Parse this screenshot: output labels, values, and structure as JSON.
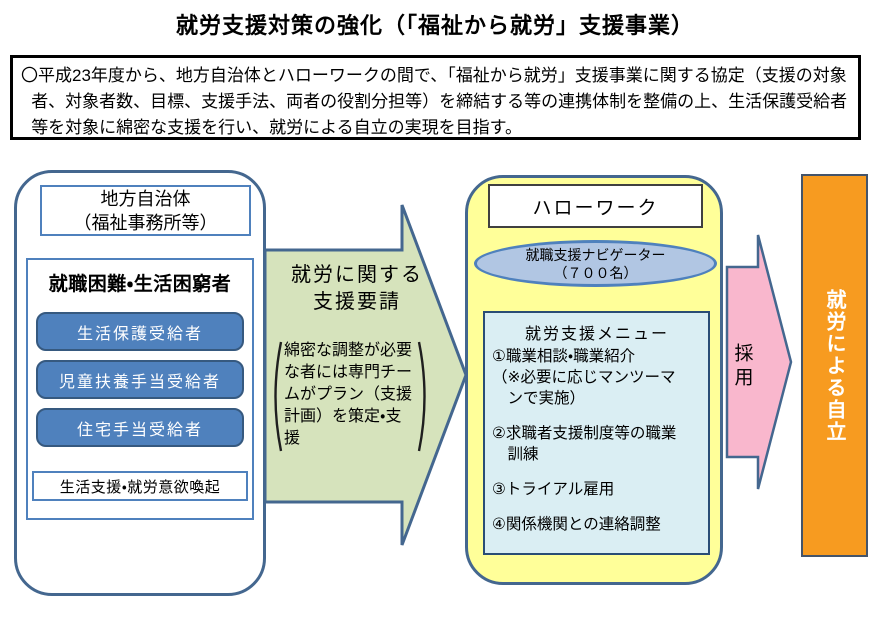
{
  "title": "就労支援対策の強化（「福祉から就労」支援事業）",
  "summary": "〇平成23年度から、地方自治体とハローワークの間で、「福祉から就労」支援事業に関する協定（支援の対象者、対象者数、目標、支援手法、両者の役割分担等）を締結する等の連携体制を整備の上、生活保護受給者等を対象に綿密な支援を行い、就労による自立の実現を目指す。",
  "municipality": {
    "header": "地方自治体\n（福祉事務所等）",
    "group_title": "就職困難・生活困窮者",
    "recipients": [
      "生活保護受給者",
      "児童扶養手当受給者",
      "住宅手当受給者"
    ],
    "footer": "生活支援・就労意欲喚起"
  },
  "request_arrow": {
    "label": "就労に関する\n支援要請",
    "note": "綿密な調整が必要\nな者には専門チー\nムがプラン（支援\n計画）を策定・支\n援"
  },
  "hellowork": {
    "header": "ハローワーク",
    "navigator": "就職支援ナビゲーター\n（７００名）",
    "menu_title": "就労支援メニュー",
    "menu_items": [
      "①職業相談・職業紹介\n（※必要に応じマンツーマ\n　ンで実施）",
      "②求職者支援制度等の職業\n　訓練",
      "③トライアル雇用",
      "④関係機関との連絡調整"
    ]
  },
  "hire_arrow": {
    "label": "採用"
  },
  "outcome": {
    "label": "就労による自立"
  },
  "colors": {
    "panel_border": "#44678f",
    "box_border": "#4f81bd",
    "button_fill": "#4f81bd",
    "green_fill": "#d6e3bc",
    "yellow_fill": "#ffff99",
    "ellipse_fill": "#b1c6e3",
    "menu_fill": "#daeef3",
    "menu_border": "#2a4d75",
    "pink_fill": "#f9b7cd",
    "orange_fill": "#f79b20"
  }
}
